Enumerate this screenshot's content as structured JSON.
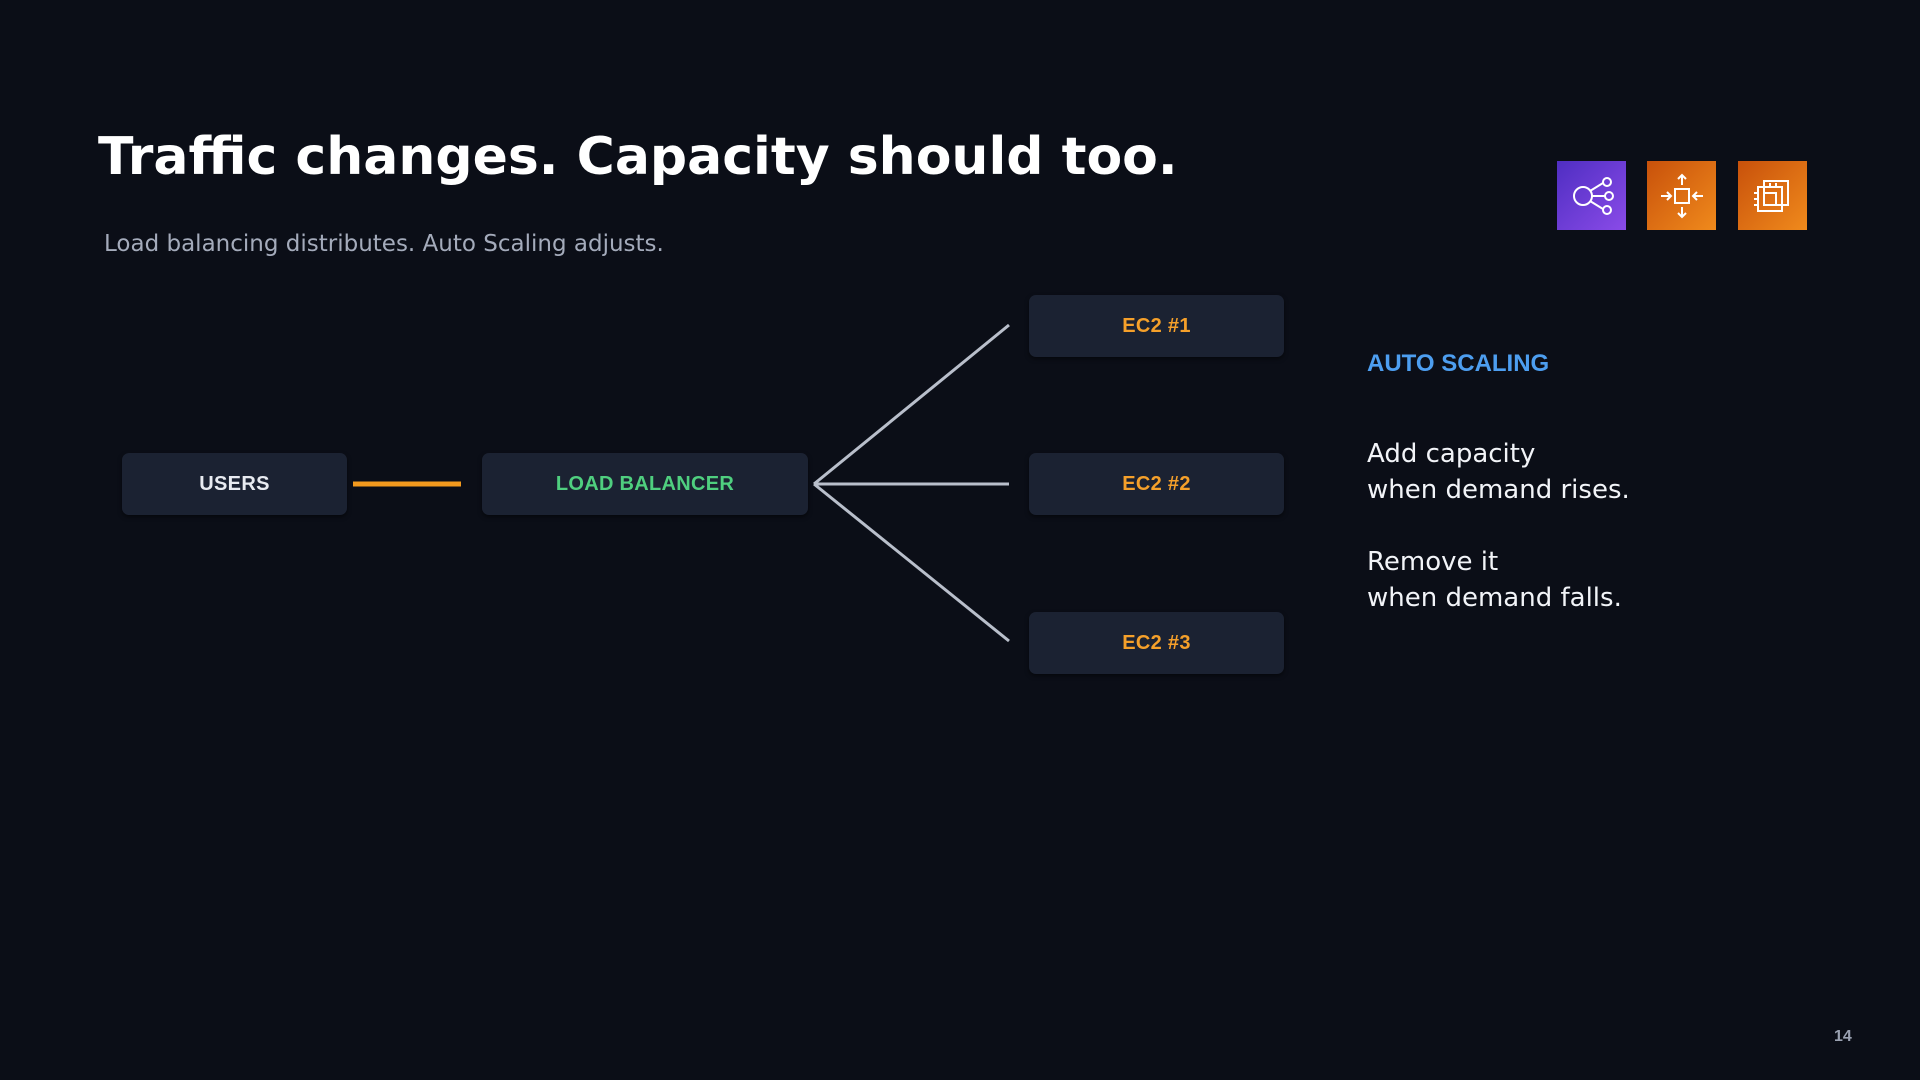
{
  "slide": {
    "title": "Traffic changes. Capacity should too.",
    "subtitle": "Load balancing distributes. Auto Scaling adjusts.",
    "page_number": "14"
  },
  "icons": [
    {
      "name": "elastic-load-balancing-icon",
      "color": "#7b3fe4"
    },
    {
      "name": "auto-scaling-icon",
      "color": "#ed7100"
    },
    {
      "name": "ec2-instance-icon",
      "color": "#ed7100"
    }
  ],
  "diagram": {
    "users": "USERS",
    "load_balancer": "LOAD BALANCER",
    "instances": [
      "EC2 #1",
      "EC2 #2",
      "EC2 #3"
    ],
    "colors": {
      "users_link": "#f39a1e",
      "fanout_links": "#b9bfcb",
      "load_balancer_label": "#4fcf7f",
      "instance_label": "#f5a02a",
      "node_fill": "#1b2232"
    }
  },
  "auto_scaling": {
    "heading": "AUTO SCALING",
    "add_line1": "Add capacity",
    "add_line2": "when demand rises.",
    "remove_line1": "Remove it",
    "remove_line2": "when demand falls.",
    "heading_color": "#4d9ef0"
  }
}
